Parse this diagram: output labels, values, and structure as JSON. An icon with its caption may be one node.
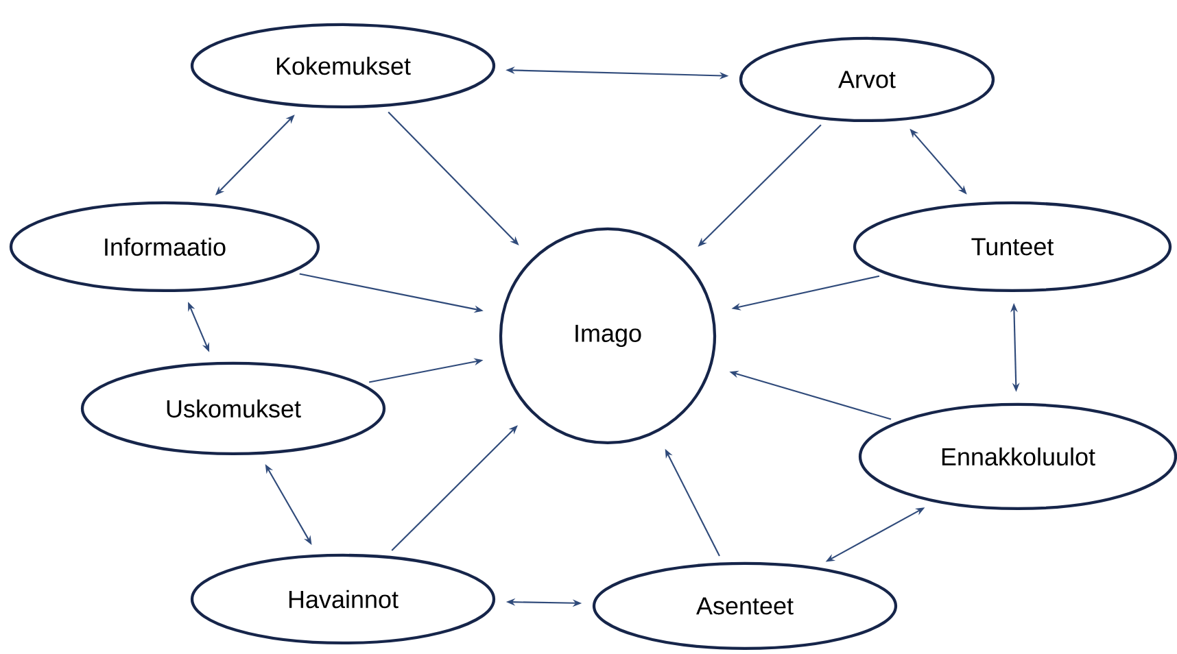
{
  "diagram": {
    "nodes": [
      {
        "text": [
          "Kokemukset"
        ]
      },
      {
        "text": [
          "Arvot"
        ]
      },
      {
        "text": [
          "Informaatio"
        ]
      },
      {
        "text": [
          "Tunteet"
        ]
      },
      {
        "text": [
          "Imago"
        ]
      },
      {
        "text": [
          "Uskomukset"
        ]
      },
      {
        "text": [
          "Ennakkoluulot"
        ]
      },
      {
        "text": [
          "Havainnot"
        ]
      },
      {
        "text": [
          "Asenteet"
        ]
      }
    ],
    "edges": [
      {
        "from": 0,
        "to": 1,
        "arrow": "both"
      },
      {
        "from": 0,
        "to": 4,
        "arrow": "to"
      },
      {
        "from": 1,
        "to": 4,
        "arrow": "to"
      },
      {
        "from": 0,
        "to": 2,
        "arrow": "both"
      },
      {
        "from": 2,
        "to": 4,
        "arrow": "to"
      },
      {
        "from": 1,
        "to": 3,
        "arrow": "both"
      },
      {
        "from": 3,
        "to": 4,
        "arrow": "to"
      },
      {
        "from": 2,
        "to": 5,
        "arrow": "both"
      },
      {
        "from": 5,
        "to": 4,
        "arrow": "to"
      },
      {
        "from": 3,
        "to": 6,
        "arrow": "both"
      },
      {
        "from": 6,
        "to": 4,
        "arrow": "to"
      },
      {
        "from": 5,
        "to": 7,
        "arrow": "both"
      },
      {
        "from": 7,
        "to": 4,
        "arrow": "to"
      },
      {
        "from": 7,
        "to": 8,
        "arrow": "both"
      },
      {
        "from": 8,
        "to": 4,
        "arrow": "to"
      },
      {
        "from": 8,
        "to": 6,
        "arrow": "both"
      }
    ]
  }
}
